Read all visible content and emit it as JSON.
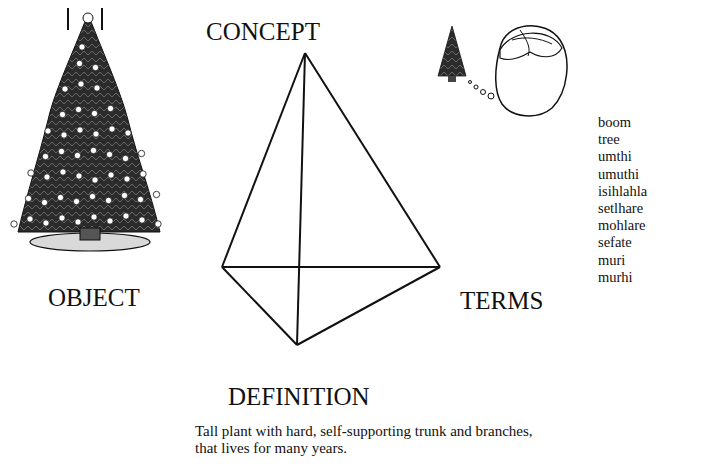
{
  "diagram": {
    "labels": [
      "CONCEPT",
      "OBJECT",
      "TERMS",
      "DEFINITION",
      "Tall plant with hard, self-supporting trunk and branches, that lives for many years.",
      "boom",
      "tree",
      "umthi",
      "umuthi",
      "isihlahla",
      "setlhare",
      "mohlare",
      "sefate",
      "muri",
      "murhi"
    ]
  }
}
